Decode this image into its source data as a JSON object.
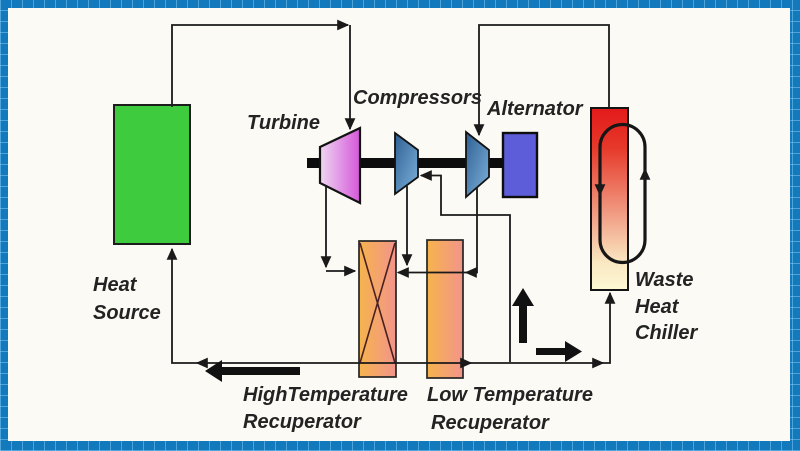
{
  "labels": {
    "turbine": "Turbine",
    "compressors": "Compressors",
    "alternator": "Alternator",
    "heat_source_line1": "Heat",
    "heat_source_line2": "Source",
    "ht_recuperator_line1": "HighTemperature",
    "ht_recuperator_line2": "Recuperator",
    "lt_recuperator_line1": "Low Temperature",
    "lt_recuperator_line2": "Recuperator",
    "waste_chiller_line1": "Waste",
    "waste_chiller_line2": "Heat",
    "waste_chiller_line3": "Chiller"
  },
  "colors": {
    "frame_blue": "#1379bd",
    "slide_bg": "#fbfaf5",
    "heat_source_green": "#3ecb3e",
    "turbine_light": "#eed7f1",
    "turbine_dark": "#d557da",
    "compressor_dark": "#2f5f93",
    "compressor_light": "#7eb3dc",
    "alternator_blue": "#5d5dda",
    "recuperator_orange": "#f6b44c",
    "recuperator_salmon": "#f2948b",
    "chiller_red": "#e31a1a",
    "chiller_red2": "#e6392a",
    "chiller_mid": "#f0937c",
    "chiller_cream": "#f9e8c2",
    "chiller_pale": "#fdf8d4",
    "shaft_black": "#0d0d0d",
    "line_color": "#1a1a1a",
    "x_line": "#4a2020",
    "text_color": "#232323"
  }
}
